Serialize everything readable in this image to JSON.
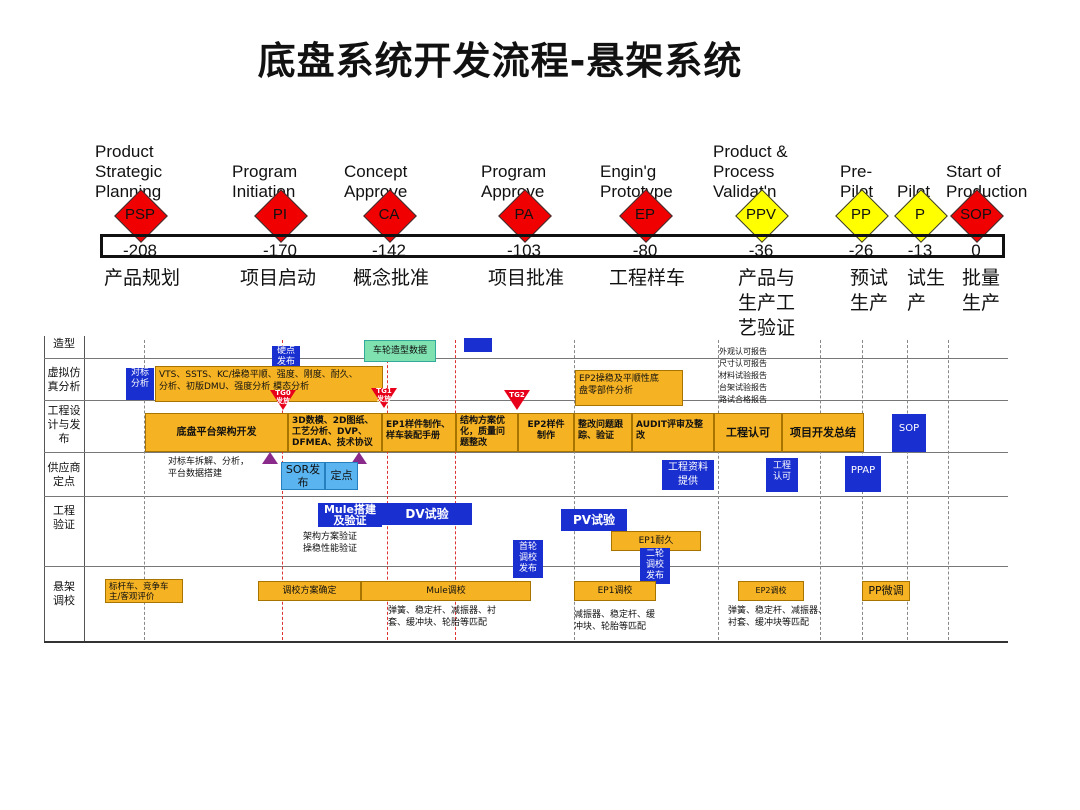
{
  "title": "底盘系统开发流程-悬架系统",
  "milestones": [
    {
      "label": "Product\nStrategic\nPlanning",
      "code": "PSP",
      "day": "-208",
      "cn": "产品规划",
      "color": "#f00000"
    },
    {
      "label": "Program\nInitiation",
      "code": "PI",
      "day": "-170",
      "cn": "项目启动",
      "color": "#f00000"
    },
    {
      "label": "Concept\nApprove",
      "code": "CA",
      "day": "-142",
      "cn": "概念批准",
      "color": "#f00000"
    },
    {
      "label": "Program\nApprove",
      "code": "PA",
      "day": "-103",
      "cn": "项目批准",
      "color": "#f00000"
    },
    {
      "label": "Engin'g\nPrototype",
      "code": "EP",
      "day": "-80",
      "cn": "工程样车",
      "color": "#f00000"
    },
    {
      "label": "Product &\nProcess\nValidat'n",
      "code": "PPV",
      "day": "-36",
      "cn": "产品与\n生产工\n艺验证",
      "color": "#ffff00"
    },
    {
      "label": "Pre-\nPilot",
      "code": "PP",
      "day": "-26",
      "cn": "预试\n生产",
      "color": "#ffff00"
    },
    {
      "label": "Pilot",
      "code": "P",
      "day": "-13",
      "cn": "试生\n产",
      "color": "#ffff00"
    },
    {
      "label": "Start  of\nProduction",
      "code": "SOP",
      "day": "0",
      "cn": "批量\n生产",
      "color": "#f00000"
    }
  ],
  "rows": [
    "造型",
    "虚拟仿\n真分析",
    "工程设\n计与发\n布",
    "供应商\n定点",
    "工程\n验证",
    "悬架\n调校"
  ],
  "boxes": {
    "styling_data": "车轮造型数据",
    "sim1": "VTS、SSTS、KC/操稳平顺、强度、刚度、耐久、\n分析、初版DMU、强度分析         模态分析",
    "ep2_sim": "EP2操稳及平顺性底\n盘零部件分析",
    "reports": "外观认可报告\n尺寸认可报告\n材料试验报告\n台架试验报告\n路试合格报告",
    "platform": "底盘平台架构开发",
    "design3d": "3D数模、2D图纸、\n工艺分析、DVP、\nDFMEA、技术协议",
    "ep1_parts": "EP1样件制作、\n样车装配手册",
    "struct_opt": "结构方案优\n化，质量问\n题整改",
    "ep2_parts": "EP2样件\n制作",
    "issue_track": "整改问题跟\n踪、验证",
    "audit": "AUDIT评审及整\n改",
    "eng_approve": "工程认可",
    "summary": "项目开发总结",
    "sop_flag": "SOP",
    "benchmark": "对标\n分析",
    "hardpoint": "硬点\n发布",
    "teardown": "对标车拆解、分析，\n平台数据搭建",
    "sor": "SOR发\n布",
    "nominate": "定点",
    "eng_docs": "工程资料\n提供",
    "eng_cert": "工程\n认可",
    "ppap": "PPAP",
    "mule_verify": "Mule搭建\n及验证",
    "dv_test": "DV试验",
    "mule_notes": "架构方案验证\n操稳性能验证",
    "pv_test": "PV试验",
    "ep1_durability": "EP1耐久",
    "first_tune": "首轮\n调校\n发布",
    "second_tune": "二轮\n调校\n发布",
    "benchmark_tune": "标杆车、竞争车\n主/客观评价",
    "tune_plan": "调校方案确定",
    "mule_tune": "Mule调校",
    "ep1_tune": "EP1调校",
    "ep2_tune": "EP2调校",
    "pp_tune": "PP微调",
    "mule_tune_notes": "弹簧、稳定杆、减振器、衬\n套、缓冲块、轮胎等匹配",
    "ep1_tune_notes": "减振器、稳定杆、缓\n冲块、轮胎等匹配",
    "ep2_tune_notes": "弹簧、稳定杆、减振器、\n衬套、缓冲块等匹配",
    "tg0": "TG0\n发放",
    "tg1": "TG1\n发放",
    "tg2": "TG2"
  }
}
